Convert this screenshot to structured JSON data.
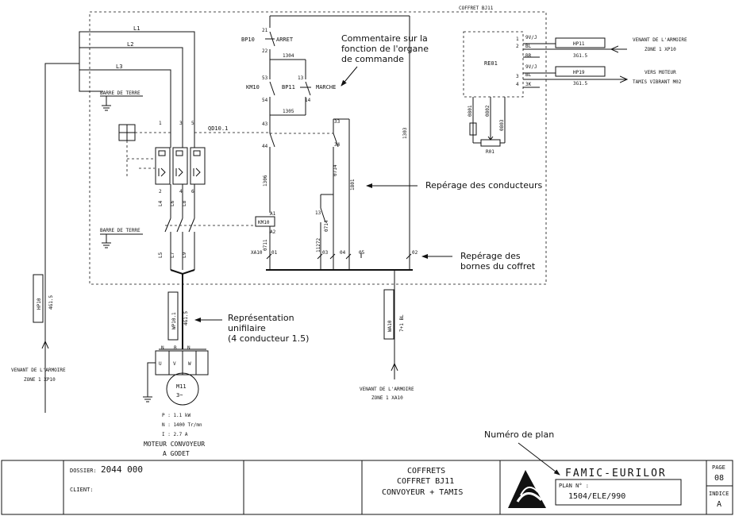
{
  "enclosure": {
    "label": "COFFRET BJ11"
  },
  "lines": {
    "l1": "L1",
    "l2": "L2",
    "l3": "L3"
  },
  "earth_bar": {
    "top": "BARRE DE TERRE",
    "bottom": "BARRE DE TERRE"
  },
  "breaker": {
    "label": "QD10.1",
    "top_terms": [
      "1",
      "3",
      "5"
    ],
    "mid_terms": [
      "2",
      "4",
      "6"
    ]
  },
  "wires": {
    "l4": "L4",
    "l6": "L6",
    "l8": "L8",
    "l5": "L5",
    "l7": "L7",
    "l9": "L9"
  },
  "control": {
    "bp10": "BP10",
    "arret": "ARRET",
    "t21": "21",
    "t22": "22",
    "w1304": "1304",
    "km10_top": "KM10",
    "t53": "53",
    "t54": "54",
    "bp11": "BP11",
    "marche": "MARCHE",
    "t13": "13",
    "t14": "14",
    "w1305": "1305",
    "t43": "43",
    "t44": "44",
    "t33": "33",
    "t34": "34",
    "w1306": "1306",
    "w0714a": "0714",
    "w1801": "1801",
    "w1303": "1303",
    "km10_coil": "KM10",
    "a1": "A1",
    "a2": "A2",
    "t13b": "13",
    "w0714b": "0714",
    "xa10": "XA10",
    "w0711": "0711",
    "w11272": "11272",
    "b01": "01",
    "b03": "03",
    "b04": "04",
    "b05": "05",
    "b02": "02"
  },
  "relay": {
    "label": "RE01",
    "pins_left": [
      "1",
      "2",
      "3",
      "4"
    ],
    "pins_right": [
      "9V/J",
      "BL",
      "BR",
      "9V/J",
      "BL",
      "3K"
    ],
    "w0801": "0801",
    "w0802": "0802",
    "w0803": "0803",
    "pot": "R01"
  },
  "right_refs": {
    "hp11": "HP11",
    "hp11_cable": "3G1.5",
    "hp19": "HP19",
    "hp19_cable": "3G1.5",
    "from_cab_1": "VENANT DE L'ARMOIRE",
    "from_cab_2": "ZONE 1  XP10",
    "to_motor_1": "VERS MOTEUR",
    "to_motor_2": "TAMIS VIBRANT  M02"
  },
  "left_cable": {
    "tag": "HP10",
    "spec": "4G1.5",
    "from1": "VENANT DE L'ARMOIRE",
    "from2": "ZONE 1  XP10"
  },
  "motor_cable": {
    "tag": "WP10.1",
    "spec": "4G1.5"
  },
  "xa_cable": {
    "tag": "WA10",
    "spec": "7+1 BL",
    "from1": "VENANT DE L'ARMOIRE",
    "from2": "ZONE 1  XA10"
  },
  "motor": {
    "tag": "M11",
    "phase": "3~",
    "term_top": [
      "N",
      "B",
      "N"
    ],
    "term_bot": [
      "U",
      "V",
      "W"
    ],
    "p": "P : 1.1  kW",
    "n": "N : 1400  Tr/mn",
    "i": "I : 2.7  A",
    "name1": "MOTEUR CONVOYEUR",
    "name2": "A GODET"
  },
  "annotations": {
    "comment1": "Commentaire sur la",
    "comment2": "fonction de l'organe",
    "comment3": "de commande",
    "conductors": "Repérage des conducteurs",
    "terminals1": "Repérage des",
    "terminals2": "bornes du coffret",
    "single1": "Représentation",
    "single2": "unifilaire",
    "single3": "(4 conducteur 1.5)",
    "plan_no": "Numéro de plan"
  },
  "title_block": {
    "dossier_label": "DOSSIER:",
    "dossier_value": "2044 000",
    "client_label": "CLIENT:",
    "title1": "COFFRETS",
    "title2": "COFFRET BJ11",
    "title3": "CONVOYEUR + TAMIS",
    "company": "FAMIC-EURILOR",
    "plan_label": "PLAN N° :",
    "plan_value": "1504/ELE/990",
    "page_label": "PAGE",
    "page_value": "08",
    "index_label": "INDICE",
    "index_value": "A"
  }
}
